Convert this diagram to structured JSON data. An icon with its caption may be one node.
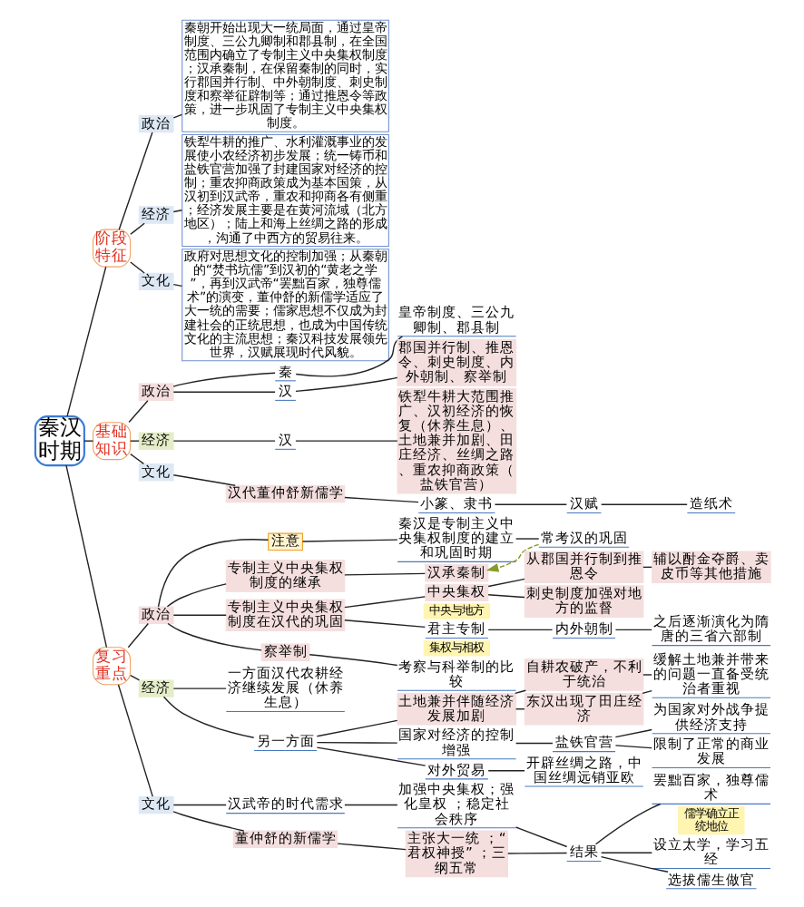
{
  "diagram": {
    "nodes": [
      {
        "text": [
          "秦汉时期"
        ]
      },
      {
        "text": [
          "阶段特征"
        ]
      },
      {
        "text": [
          "政治"
        ]
      },
      {
        "text": [
          "秦朝开始出现大一统局面，通过皇帝制度、三公九卿制和郡县制，在全国范围内确立了专制主义中央集权制度；汉承秦制，在保留秦制的同时，实行郡国并行制、中外朝制度、刺史制度和察举征辟制等；通过推恩令等政策，进一步巩固了专制主义中央集权制度。"
        ]
      },
      {
        "text": [
          "经济"
        ]
      },
      {
        "text": [
          "铁犁牛耕的推广、水利灌溉事业的发展使小农经济初步发展；统一铸币和盐铁官营加强了封建国家对经济的控制；重农抑商政策成为基本国策，从汉初到汉武帝，重农和抑商各有侧重；经济发展主要是在黄河流域（北方地区）；陆上和海上丝绸之路的形成，沟通了中西方的贸易往来。"
        ]
      },
      {
        "text": [
          "文化"
        ]
      },
      {
        "text": [
          "政府对思想文化的控制加强；从秦朝的“焚书坑儒”到汉初的“黄老之学”，再到汉武帝“罢黜百家，独尊儒术”的演变，董仲舒的新儒学适应了大一统的需要；儒家思想不仅成为封建社会的正统思想，也成为中国传统文化的主流思想；秦汉科技发展领先世界，汉赋展现时代风貌。"
        ]
      },
      {
        "text": [
          "基础知识"
        ]
      },
      {
        "text": [
          "政治"
        ]
      },
      {
        "text": [
          "秦"
        ]
      },
      {
        "text": [
          "皇帝制度、三公九卿制、郡县制"
        ]
      },
      {
        "text": [
          "汉"
        ]
      },
      {
        "text": [
          "郡国并行制、推恩令、刺史制度、内外朝制、察举制"
        ]
      },
      {
        "text": [
          "经济"
        ]
      },
      {
        "text": [
          "汉"
        ]
      },
      {
        "text": [
          "铁犁牛耕大范围推广、汉初经济的恢复（休养生息）、土地兼并加剧、田庄经济、丝绸之路、重农抑商政策（盐铁官营）"
        ]
      },
      {
        "text": [
          "文化"
        ]
      },
      {
        "text": [
          "汉代董仲舒新儒学"
        ]
      },
      {
        "text": [
          "小篆、隶书"
        ]
      },
      {
        "text": [
          "汉赋"
        ]
      },
      {
        "text": [
          "造纸术"
        ]
      },
      {
        "text": [
          "复习重点"
        ]
      },
      {
        "text": [
          "政治"
        ]
      },
      {
        "text": [
          "注意"
        ]
      },
      {
        "text": [
          "秦汉是专制主义中央集权制度的建立和巩固时期"
        ]
      },
      {
        "text": [
          "常考汉的巩固"
        ]
      },
      {
        "text": [
          "专制主义中央集权制度的继承"
        ]
      },
      {
        "text": [
          "汉承秦制"
        ]
      },
      {
        "text": [
          "专制主义中央集权制度在汉代的巩固"
        ]
      },
      {
        "text": [
          "中央集权"
        ],
        "beside": [
          "中央与地方"
        ]
      },
      {
        "text": [
          "从郡国并行制到推恩令"
        ]
      },
      {
        "text": [
          "辅以酎金夺爵、卖皮币等其他措施"
        ]
      },
      {
        "text": [
          "刺史制度加强对地方的监督"
        ]
      },
      {
        "text": [
          "君主专制"
        ],
        "beside": [
          "集权与相权"
        ]
      },
      {
        "text": [
          "内外朝制"
        ]
      },
      {
        "text": [
          "之后逐渐演化为隋唐的三省六部制"
        ]
      },
      {
        "text": [
          "察举制"
        ]
      },
      {
        "text": [
          "考察与科举制的比较"
        ]
      },
      {
        "text": [
          "经济"
        ]
      },
      {
        "text": [
          "一方面汉代农耕经济继续发展（休养生息）"
        ]
      },
      {
        "text": [
          "另一方面"
        ]
      },
      {
        "text": [
          "土地兼并伴随经济发展加剧"
        ]
      },
      {
        "text": [
          "自耕农破产，不利于统治"
        ]
      },
      {
        "text": [
          "东汉出现了田庄经济"
        ]
      },
      {
        "text": [
          "缓解土地兼并带来的问题一直备受统治者重视"
        ]
      },
      {
        "text": [
          "国家对经济的控制增强"
        ]
      },
      {
        "text": [
          "盐铁官营"
        ]
      },
      {
        "text": [
          "为国家对外战争提供经济支持"
        ]
      },
      {
        "text": [
          "限制了正常的商业发展"
        ]
      },
      {
        "text": [
          "对外贸易"
        ]
      },
      {
        "text": [
          "开辟丝绸之路，中国丝绸远销亚欧"
        ]
      },
      {
        "text": [
          "文化"
        ]
      },
      {
        "text": [
          "汉武帝的时代需求"
        ]
      },
      {
        "text": [
          "加强中央集权；强化皇权 ；稳定社会秩序"
        ]
      },
      {
        "text": [
          "董仲舒的新儒学"
        ]
      },
      {
        "text": [
          "主张大一统 ；“君权神授” ；三纲五常"
        ]
      },
      {
        "text": [
          "结果"
        ]
      },
      {
        "text": [
          "罢黜百家，独尊儒术"
        ],
        "beside": [
          "儒学确立正统地位"
        ]
      },
      {
        "text": [
          "设立太学，学习五经"
        ]
      },
      {
        "text": [
          "选拔儒生做官"
        ]
      }
    ],
    "edges": [
      {
        "from": 0,
        "to": 1,
        "arrow": "none"
      },
      {
        "from": 0,
        "to": 8,
        "arrow": "none"
      },
      {
        "from": 0,
        "to": 22,
        "arrow": "none"
      },
      {
        "from": 1,
        "to": 2,
        "arrow": "none"
      },
      {
        "from": 1,
        "to": 4,
        "arrow": "none"
      },
      {
        "from": 1,
        "to": 6,
        "arrow": "none"
      },
      {
        "from": 2,
        "to": 3,
        "arrow": "none"
      },
      {
        "from": 4,
        "to": 5,
        "arrow": "none"
      },
      {
        "from": 6,
        "to": 7,
        "arrow": "none"
      },
      {
        "from": 8,
        "to": 9,
        "arrow": "none"
      },
      {
        "from": 8,
        "to": 14,
        "arrow": "none"
      },
      {
        "from": 8,
        "to": 17,
        "arrow": "none"
      },
      {
        "from": 9,
        "to": 10,
        "arrow": "none"
      },
      {
        "from": 9,
        "to": 12,
        "arrow": "none"
      },
      {
        "from": 10,
        "to": 11,
        "arrow": "none"
      },
      {
        "from": 12,
        "to": 13,
        "arrow": "none"
      },
      {
        "from": 14,
        "to": 15,
        "arrow": "none"
      },
      {
        "from": 15,
        "to": 16,
        "arrow": "none"
      },
      {
        "from": 17,
        "to": 18,
        "arrow": "none"
      },
      {
        "from": 18,
        "to": 19,
        "arrow": "none"
      },
      {
        "from": 19,
        "to": 20,
        "arrow": "none"
      },
      {
        "from": 20,
        "to": 21,
        "arrow": "none"
      },
      {
        "from": 22,
        "to": 23,
        "arrow": "none"
      },
      {
        "from": 22,
        "to": 39,
        "arrow": "none"
      },
      {
        "from": 22,
        "to": 52,
        "arrow": "none"
      },
      {
        "from": 23,
        "to": 24,
        "arrow": "none"
      },
      {
        "from": 23,
        "to": 27,
        "arrow": "none"
      },
      {
        "from": 23,
        "to": 29,
        "arrow": "none"
      },
      {
        "from": 23,
        "to": 37,
        "arrow": "none"
      },
      {
        "from": 24,
        "to": 25,
        "arrow": "none"
      },
      {
        "from": 25,
        "to": 26,
        "arrow": "none"
      },
      {
        "from": 27,
        "to": 28,
        "arrow": "none"
      },
      {
        "from": 26,
        "to": 28,
        "arrow": "to",
        "style": "dashed",
        "color": "#8a9a2a"
      },
      {
        "from": 29,
        "to": 30,
        "arrow": "none"
      },
      {
        "from": 29,
        "to": 34,
        "arrow": "none"
      },
      {
        "from": 30,
        "to": 31,
        "arrow": "none"
      },
      {
        "from": 30,
        "to": 33,
        "arrow": "none"
      },
      {
        "from": 31,
        "to": 32,
        "arrow": "none"
      },
      {
        "from": 34,
        "to": 35,
        "arrow": "none"
      },
      {
        "from": 35,
        "to": 36,
        "arrow": "none"
      },
      {
        "from": 37,
        "to": 38,
        "arrow": "none"
      },
      {
        "from": 39,
        "to": 40,
        "arrow": "none"
      },
      {
        "from": 39,
        "to": 41,
        "arrow": "none"
      },
      {
        "from": 41,
        "to": 42,
        "arrow": "none"
      },
      {
        "from": 41,
        "to": 46,
        "arrow": "none"
      },
      {
        "from": 41,
        "to": 50,
        "arrow": "none"
      },
      {
        "from": 42,
        "to": 43,
        "arrow": "none"
      },
      {
        "from": 42,
        "to": 44,
        "arrow": "none"
      },
      {
        "from": 43,
        "to": 45,
        "arrow": "none"
      },
      {
        "from": 44,
        "to": 45,
        "arrow": "none"
      },
      {
        "from": 46,
        "to": 47,
        "arrow": "none"
      },
      {
        "from": 47,
        "to": 48,
        "arrow": "none"
      },
      {
        "from": 47,
        "to": 49,
        "arrow": "none"
      },
      {
        "from": 50,
        "to": 51,
        "arrow": "none"
      },
      {
        "from": 52,
        "to": 53,
        "arrow": "none"
      },
      {
        "from": 52,
        "to": 55,
        "arrow": "none"
      },
      {
        "from": 53,
        "to": 54,
        "arrow": "none"
      },
      {
        "from": 55,
        "to": 56,
        "arrow": "none"
      },
      {
        "from": 54,
        "to": 57,
        "arrow": "none"
      },
      {
        "from": 56,
        "to": 57,
        "arrow": "none"
      },
      {
        "from": 57,
        "to": 58,
        "arrow": "none"
      },
      {
        "from": 57,
        "to": 59,
        "arrow": "none"
      },
      {
        "from": 57,
        "to": 60,
        "arrow": "none"
      }
    ]
  }
}
